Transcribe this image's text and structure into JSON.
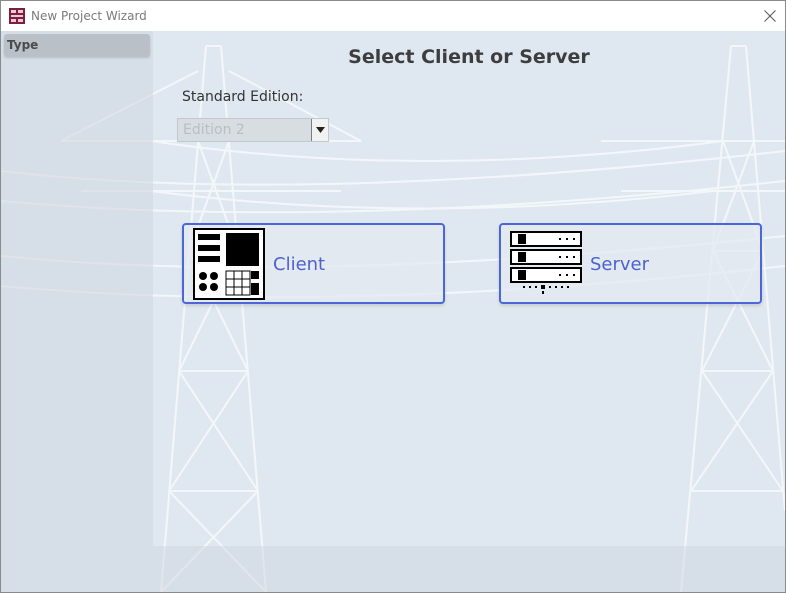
{
  "window": {
    "title": "New Project Wizard",
    "close_glyph": "✕"
  },
  "sidebar": {
    "items": [
      {
        "label": "Type"
      }
    ]
  },
  "page": {
    "title": "Select Client or Server",
    "edition_label": "Standard Edition:",
    "edition_select": {
      "value": "Edition 2",
      "disabled": true
    }
  },
  "options": [
    {
      "label": "Client",
      "icon": "client-layout-icon"
    },
    {
      "label": "Server",
      "icon": "server-rack-icon"
    }
  ],
  "colors": {
    "accent": "#4c65d9",
    "option_text": "#4b62cf",
    "background": "#dfe8f0"
  }
}
